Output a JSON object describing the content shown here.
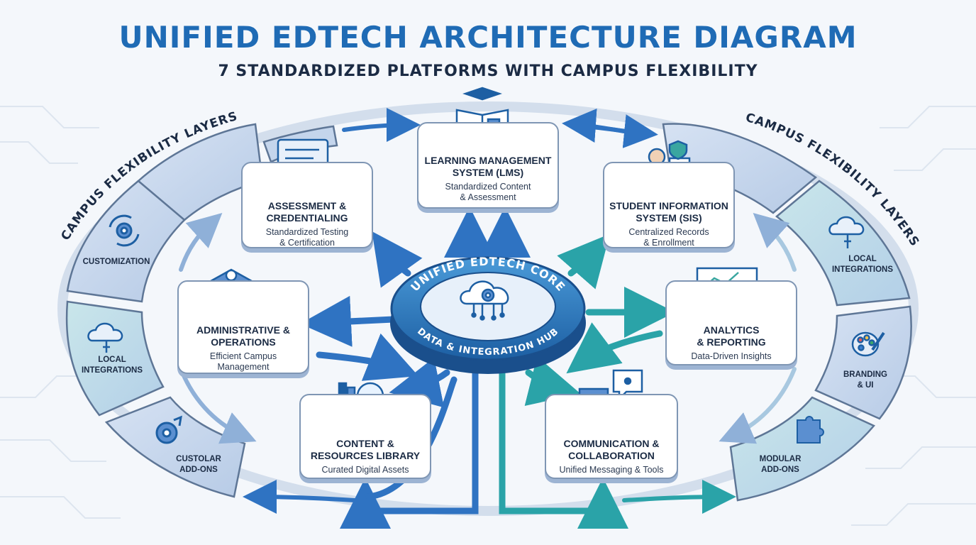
{
  "header": {
    "title": "UNIFIED EDTECH ARCHITECTURE DIAGRAM",
    "subtitle": "7 STANDARDIZED PLATFORMS WITH CAMPUS FLEXIBILITY"
  },
  "core": {
    "title": "UNIFIED EDTECH CORE",
    "subtitle": "DATA & INTEGRATION HUB",
    "icon": "cloud-gear-icon"
  },
  "platforms": [
    {
      "id": "lms",
      "title_lines": [
        "LEARNING MANAGEMENT",
        "SYSTEM (LMS)"
      ],
      "desc_lines": [
        "Standardized Content",
        "& Assessment"
      ],
      "icon": "graduation-book-icon"
    },
    {
      "id": "sis",
      "title_lines": [
        "STUDENT INFORMATION",
        "SYSTEM (SIS)"
      ],
      "desc_lines": [
        "Centralized Records",
        "& Enrollment"
      ],
      "icon": "student-records-icon"
    },
    {
      "id": "analytics",
      "title_lines": [
        "ANALYTICS",
        "& REPORTING"
      ],
      "desc_lines": [
        "Data-Driven Insights"
      ],
      "icon": "chart-magnifier-icon"
    },
    {
      "id": "communication",
      "title_lines": [
        "COMMUNICATION &",
        "COLLABORATION"
      ],
      "desc_lines": [
        "Unified Messaging & Tools"
      ],
      "icon": "chat-bubbles-icon"
    },
    {
      "id": "content",
      "title_lines": [
        "CONTENT &",
        "RESOURCES LIBRARY"
      ],
      "desc_lines": [
        "Curated Digital Assets"
      ],
      "icon": "books-globe-icon"
    },
    {
      "id": "admin",
      "title_lines": [
        "ADMINISTRATIVE &",
        "OPERATIONS"
      ],
      "desc_lines": [
        "Efficient Campus",
        "Management"
      ],
      "icon": "campus-building-icon"
    },
    {
      "id": "assessment",
      "title_lines": [
        "ASSESSMENT &",
        "CREDENTIALING"
      ],
      "desc_lines": [
        "Standardized Testing",
        "& Certification"
      ],
      "icon": "certificate-icon"
    }
  ],
  "flexibility": {
    "left_label": "CAMPUS FLEXIBILITY LAYERS",
    "right_label": "CAMPUS FLEXIBILITY LAYERS",
    "left_segments": [
      {
        "label_lines": [
          "CUSTOMIZATION"
        ],
        "icon": "gear-cycle-icon"
      },
      {
        "label_lines": [
          "LOCAL",
          "INTEGRATIONS"
        ],
        "icon": "cloud-plug-icon"
      },
      {
        "label_lines": [
          "CUSTOLAR",
          "ADD-ONS"
        ],
        "icon": "gear-arrow-icon"
      }
    ],
    "right_segments": [
      {
        "label_lines": [
          "LOCAL",
          "INTEGRATIONS"
        ],
        "icon": "cloud-plug-icon"
      },
      {
        "label_lines": [
          "BRANDING",
          "& UI"
        ],
        "icon": "palette-icon"
      },
      {
        "label_lines": [
          "MODULAR",
          "ADD-ONS"
        ],
        "icon": "puzzle-piece-icon"
      }
    ]
  },
  "colors": {
    "title": "#1f6bb5",
    "core_blue": "#2f7fc7",
    "core_dark": "#1d5fa3",
    "arrow_blue": "#2f73c2",
    "arrow_teal": "#2aa3a8",
    "card_border": "#7f96b4",
    "card_shadow": "#9db4d3",
    "segment_blue": "#c4d5ec",
    "segment_teal": "#bde0e4",
    "segment_border": "#5e7696"
  }
}
